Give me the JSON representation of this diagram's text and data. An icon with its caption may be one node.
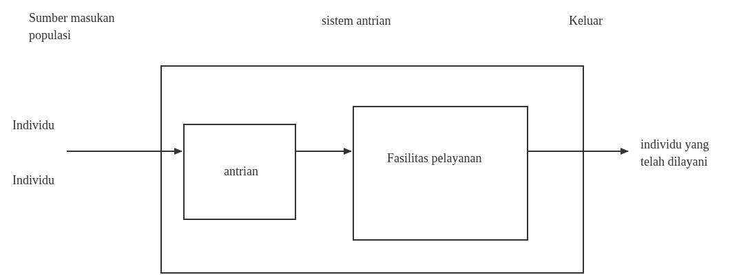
{
  "diagram": {
    "nodes": [
      {
        "text": [],
        "shape": "box"
      },
      {
        "text": [
          "antrian"
        ],
        "in": 0
      },
      {
        "text": [
          "Fasilitas pelayanan"
        ],
        "in": 0
      },
      {
        "text": [
          "individu yang telah dilayani"
        ]
      }
    ],
    "edges": [
      {
        "from": null,
        "to": 1,
        "arrow": "to"
      },
      {
        "from": 1,
        "to": 2,
        "arrow": "to"
      },
      {
        "from": 2,
        "to": 3,
        "arrow": "to"
      }
    ],
    "labels": [
      "Sumber masukan populasi",
      "sistem antrian",
      "Keluar",
      "Individu",
      "Individu"
    ]
  }
}
